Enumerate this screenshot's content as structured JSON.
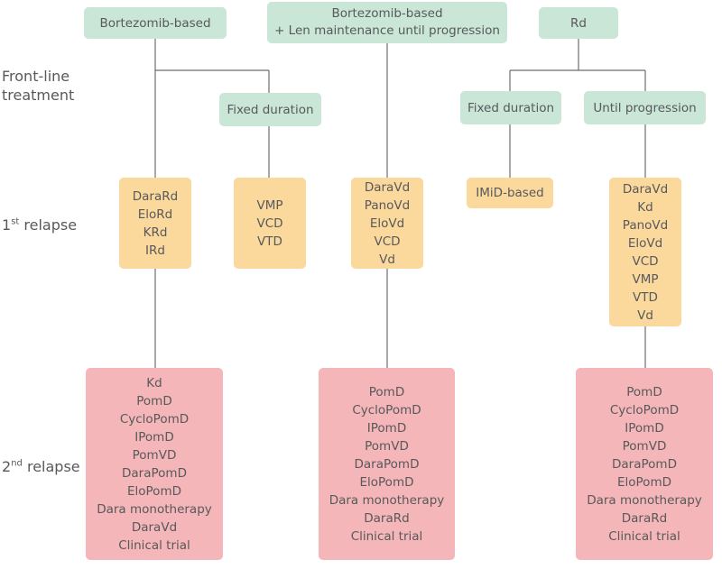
{
  "row_labels": {
    "frontline_line1": "Front-line",
    "frontline_line2": "treatment",
    "relapse1_num": "1",
    "relapse1_sup": "st",
    "relapse1_text": " relapse",
    "relapse2_num": "2",
    "relapse2_sup": "nd",
    "relapse2_text": " relapse"
  },
  "frontline": {
    "bortezomib": "Bortezomib-based",
    "bortezomib_len_line1": "Bortezomib-based",
    "bortezomib_len_line2": "+ Len maintenance until progression",
    "rd": "Rd"
  },
  "subgroups": {
    "bortezomib_fixed": "Fixed duration",
    "rd_fixed": "Fixed duration",
    "rd_until": "Until progression"
  },
  "first_relapse": {
    "bortezomib_cont": [
      "DaraRd",
      "EloRd",
      "KRd",
      "IRd"
    ],
    "bortezomib_fixed": [
      "VMP",
      "VCD",
      "VTD"
    ],
    "bortezomib_len": [
      "DaraVd",
      "PanoVd",
      "EloVd",
      "VCD",
      "Vd"
    ],
    "rd_fixed": [
      "IMiD-based"
    ],
    "rd_until": [
      "DaraVd",
      "Kd",
      "PanoVd",
      "EloVd",
      "VCD",
      "VMP",
      "VTD",
      "Vd"
    ]
  },
  "second_relapse": {
    "bortezomib": [
      "Kd",
      "PomD",
      "CycloPomD",
      "IPomD",
      "PomVD",
      "DaraPomD",
      "EloPomD",
      "Dara monotherapy",
      "DaraVd",
      "Clinical trial"
    ],
    "bortezomib_len": [
      "PomD",
      "CycloPomD",
      "IPomD",
      "PomVD",
      "DaraPomD",
      "EloPomD",
      "Dara monotherapy",
      "DaraRd",
      "Clinical trial"
    ],
    "rd": [
      "PomD",
      "CycloPomD",
      "IPomD",
      "PomVD",
      "DaraPomD",
      "EloPomD",
      "Dara monotherapy",
      "DaraRd",
      "Clinical trial"
    ]
  },
  "colors": {
    "frontline": "#c9e6d6",
    "first_relapse": "#fbd89c",
    "second_relapse": "#f4b6b8",
    "connector": "#6d6e71",
    "text": "#58595b"
  }
}
